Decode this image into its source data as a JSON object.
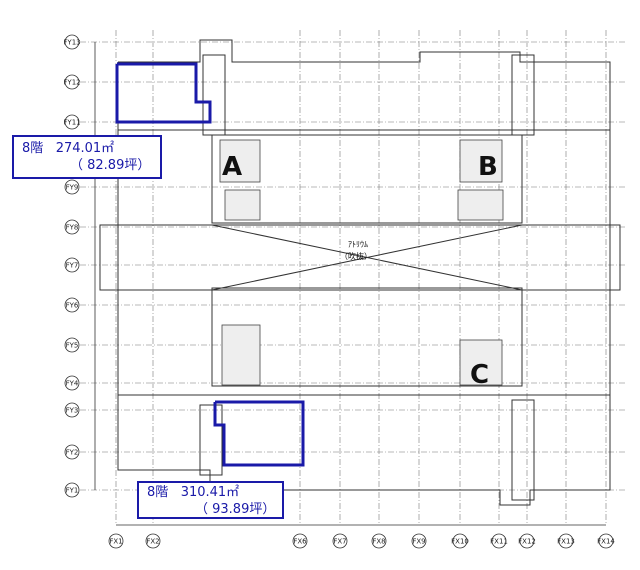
{
  "plan": {
    "grid_y": [
      "FY13",
      "FY12",
      "FY11",
      "FY9",
      "FY8",
      "FY7",
      "FY6",
      "FY5",
      "FY4",
      "FY3",
      "FY2",
      "FY1"
    ],
    "grid_x": [
      "FX1",
      "FX2",
      "FX6",
      "FX7",
      "FX8",
      "FX9",
      "FX10",
      "FX11",
      "FX12",
      "FX13",
      "FX14"
    ],
    "atrium_label": "ｱﾄﾘｳﾑ",
    "atrium_sub": "（吹抜）",
    "cores": [
      "A",
      "B",
      "C"
    ],
    "highlight_color": "#1a1aa8"
  },
  "areas": [
    {
      "floor": "8階",
      "sqm": "274.01㎡",
      "tsubo": "（ 82.89坪）"
    },
    {
      "floor": "8階",
      "sqm": "310.41㎡",
      "tsubo": "（ 93.89坪）"
    }
  ]
}
